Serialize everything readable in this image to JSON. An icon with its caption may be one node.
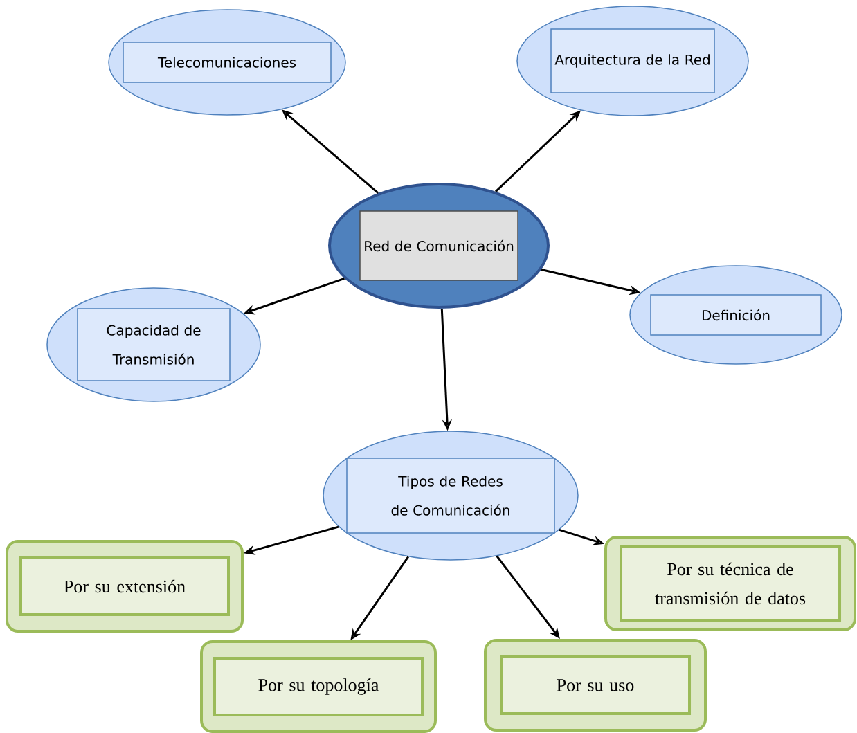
{
  "diagram": {
    "nodes": [
      {
        "text": [
          "Telecomunicaciones"
        ]
      },
      {
        "text": [
          "Arquitectura de la Red"
        ]
      },
      {
        "text": [
          "Red de Comunicación"
        ]
      },
      {
        "text": [
          "Capacidad de Transmisión"
        ]
      },
      {
        "text": [
          "Definición"
        ]
      },
      {
        "text": [
          "Tipos de Redes de Comunicación"
        ]
      },
      {
        "text": [
          "Por su extensión"
        ]
      },
      {
        "text": [
          "Por su técnica de transmisión de datos"
        ]
      },
      {
        "text": [
          "Por su topología"
        ]
      },
      {
        "text": [
          "Por su uso"
        ]
      }
    ],
    "edges": [
      {
        "from": 2,
        "to": 0,
        "arrow": "to"
      },
      {
        "from": 2,
        "to": 1,
        "arrow": "to"
      },
      {
        "from": 2,
        "to": 3,
        "arrow": "to"
      },
      {
        "from": 2,
        "to": 4,
        "arrow": "to"
      },
      {
        "from": 2,
        "to": 5,
        "arrow": "to"
      },
      {
        "from": 5,
        "to": 6,
        "arrow": "to"
      },
      {
        "from": 5,
        "to": 7,
        "arrow": "to"
      },
      {
        "from": 5,
        "to": 8,
        "arrow": "to"
      },
      {
        "from": 5,
        "to": 9,
        "arrow": "to"
      }
    ]
  }
}
